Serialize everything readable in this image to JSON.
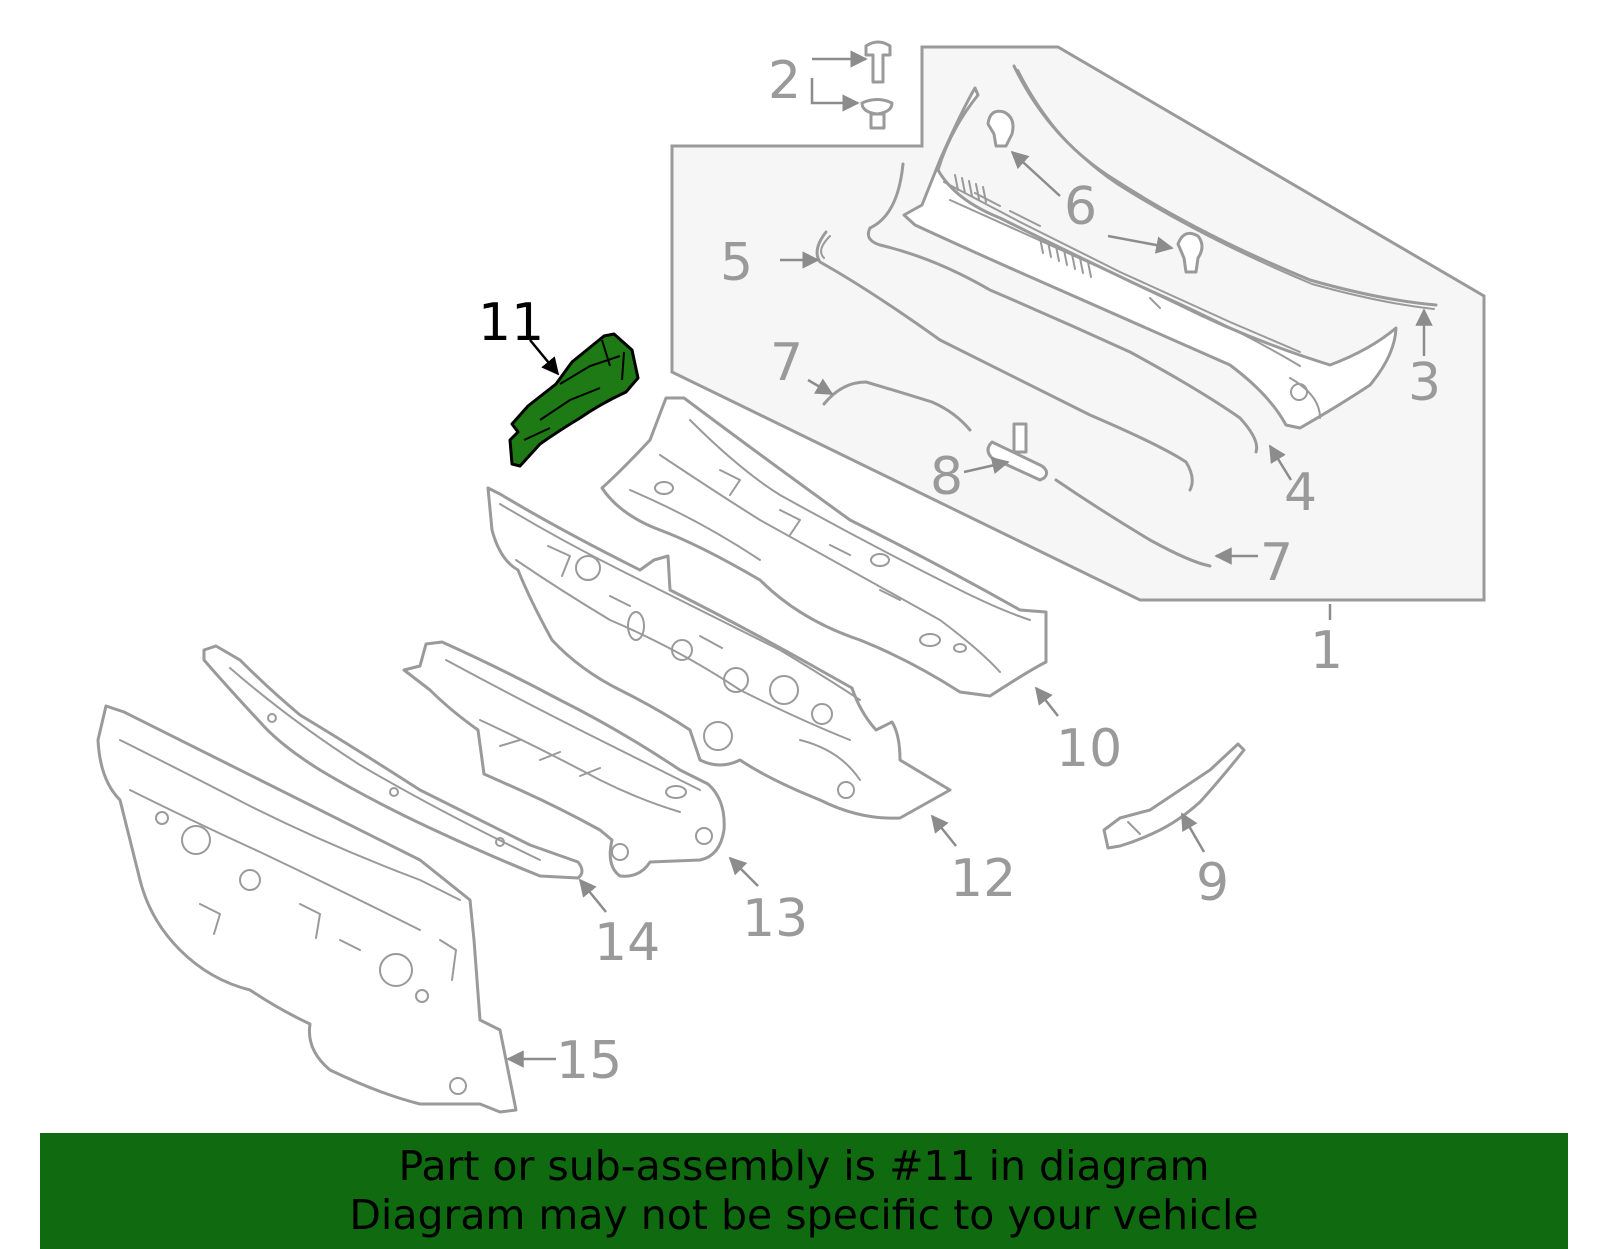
{
  "diagram": {
    "highlight_color": "#1e7a14",
    "highlight_callout": "11",
    "callouts": {
      "c1": "1",
      "c2": "2",
      "c3": "3",
      "c4": "4",
      "c5": "5",
      "c6": "6",
      "c7a": "7",
      "c7b": "7",
      "c8": "8",
      "c9": "9",
      "c10": "10",
      "c11": "11",
      "c12": "12",
      "c13": "13",
      "c14": "14",
      "c15": "15"
    }
  },
  "banner": {
    "line1": "Part or sub-assembly is #11 in diagram",
    "line2": "Diagram may not be specific to your vehicle",
    "background": "#0f6a10"
  }
}
